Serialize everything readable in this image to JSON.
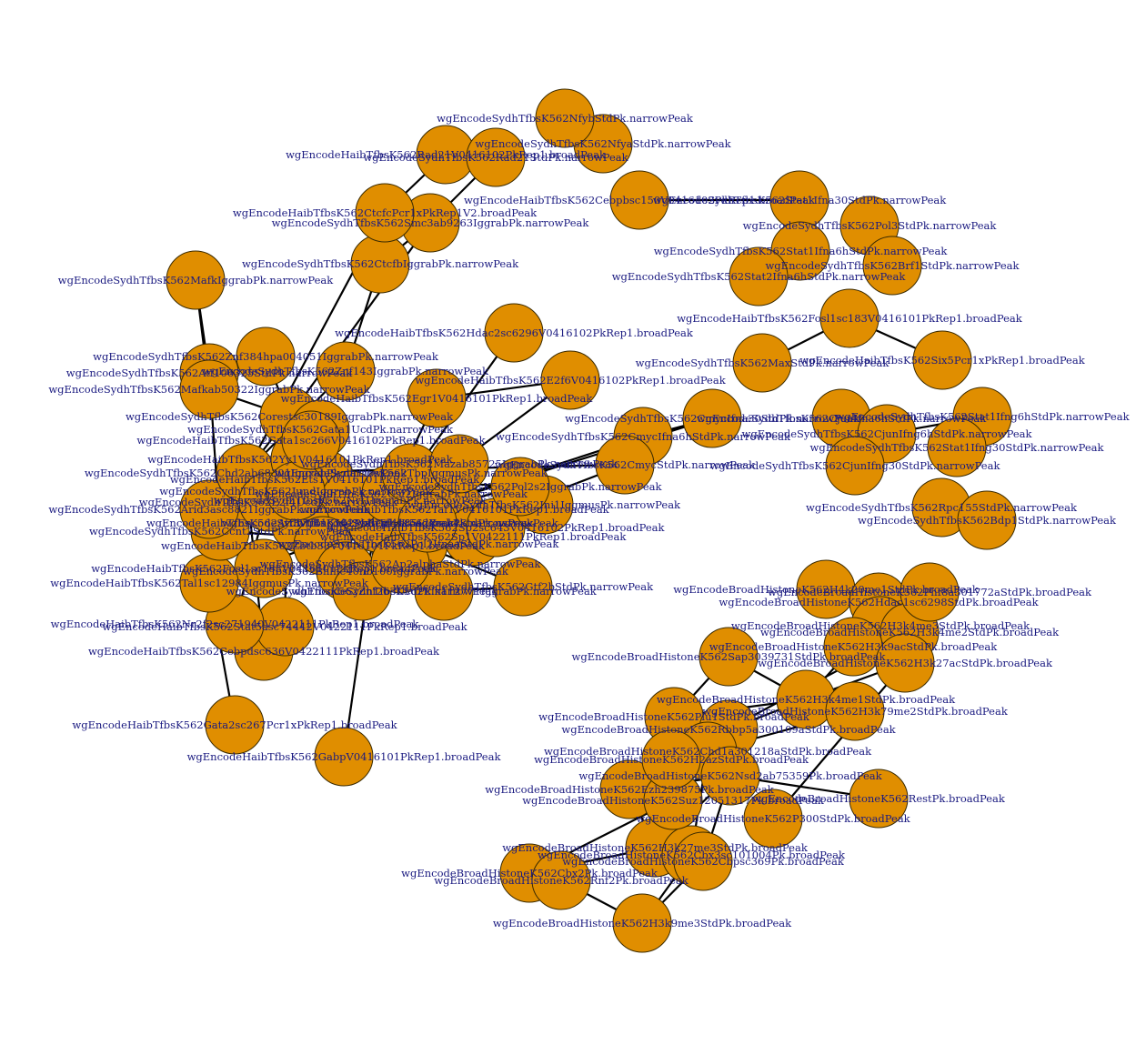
{
  "graph": {
    "node_color": "#E08E00",
    "label_color": "#1a1a80",
    "edge_color": "#000000",
    "nodes": [
      {
        "id": "MafK",
        "label": "wgEncodeSydhTfbsK562MafkIggrabPk.narrowPeak"
      },
      {
        "id": "Znf384",
        "label": "wgEncodeSydhTfbsK562Znf384hpa004051IggrabPk.narrowPeak"
      },
      {
        "id": "Atf106325",
        "label": "wgEncodeSydhTfbsK562Atf106325StdPk.narrowPeak"
      },
      {
        "id": "Znf143",
        "label": "wgEncodeSydhTfbsK562Znf143IggrabPk.narrowPeak"
      },
      {
        "id": "Mafkab50322",
        "label": "wgEncodeSydhTfbsK562Mafkab50322IggrabPk.narrowPeak"
      },
      {
        "id": "Egr1",
        "label": "wgEncodeHaibTfbsK562Egr1V0416101PkRep1.broadPeak"
      },
      {
        "id": "Corest",
        "label": "wgEncodeSydhTfbsK562Corestsc30189IggrabPk.narrowPeak"
      },
      {
        "id": "Gabp",
        "label": "wgEncodeHaibTfbsK562GabpV0416101PkRep1.broadPeak"
      },
      {
        "id": "Gata2",
        "label": "wgEncodeHaibTfbsK562Gata2sc267Pcr1xPkRep1.broadPeak"
      },
      {
        "id": "Cebpd",
        "label": "wgEncodeHaibTfbsK562Cebpdsc636V0422111PkRep1.broadPeak"
      },
      {
        "id": "Stat5a",
        "label": "wgEncodeHaibTfbsK562Stat5asc74442V0422111PkRep1.broadPeak"
      },
      {
        "id": "Nr2f2",
        "label": "wgEncodeHaibTfbsK562Nr2f2sc271940V0422111PkRep1.broadPeak"
      },
      {
        "id": "Fosl1",
        "label": "wgEncodeHaibTfbsK562Fosl1sc183V0416101PkRep1.broadPeak"
      },
      {
        "id": "Tal1",
        "label": "wgEncodeHaibTfbsK562Tal1sc12984IggmusPk.narrowPeak"
      },
      {
        "id": "Ccnt2",
        "label": "wgEncodeSydhTfbsK562Ccnt2StdPk.narrowPeak"
      },
      {
        "id": "Arid3a",
        "label": "wgEncodeSydhTfbsK562Arid3asc8821IggrabPk.narrowPeak"
      },
      {
        "id": "Chd2",
        "label": "wgEncodeSydhTfbsK562Chd2ab68301IggrabPk.narrowPeak"
      },
      {
        "id": "Mxi1",
        "label": "wgEncodeSydhTfbsK562Mxi1af4185IggrabPk.narrowPeak"
      },
      {
        "id": "Pol2",
        "label": "wgEncodeSydhTfbsK562Pol2IfnaaStdPk.narrowPeak"
      },
      {
        "id": "Elk112771",
        "label": "wgEncodeSydhTfbsK562Elk112771IggrabPk.narrowPeak"
      },
      {
        "id": "Gtf2b",
        "label": "wgEncodeSydhTfbsK562Gtf2bStdPk.narrowPeak"
      },
      {
        "id": "Ctcfb",
        "label": "wgEncodeSydhTfbsK562CtcfbIggrabPk.narrowPeak"
      },
      {
        "id": "Smc3",
        "label": "wgEncodeSydhTfbsK562Smc3ab9263IggrabPk.narrowPeak"
      },
      {
        "id": "Ctcfc",
        "label": "wgEncodeHaibTfbsK562CtcfcPcr1xPkRep1V2.broadPeak"
      },
      {
        "id": "Rad21",
        "label": "wgEncodeHaibTfbsK562Rad21V0416102PkRep1.broadPeak"
      },
      {
        "id": "Rad21s",
        "label": "wgEncodeSydhTfbsK562Rad21StdPk.narrowPeak"
      },
      {
        "id": "Hdac2",
        "label": "wgEncodeHaibTfbsK562Hdac2sc6296V0416102PkRep1.broadPeak"
      },
      {
        "id": "E2f6",
        "label": "wgEncodeHaibTfbsK562E2f6V0416102PkRep1.broadPeak"
      },
      {
        "id": "CmycIfna30",
        "label": "wgEncodeSydhTfbsK562CmycIfna30StdPk.narrowPeak"
      },
      {
        "id": "CmycIfna6h",
        "label": "wgEncodeSydhTfbsK562CmycIfna6hStdPk.narrowPeak"
      },
      {
        "id": "Cmyc",
        "label": "wgEncodeSydhTfbsK562CmycStdPk.narrowPeak"
      },
      {
        "id": "Nfya",
        "label": "wgEncodeSydhTfbsK562NfyaStdPk.narrowPeak"
      },
      {
        "id": "Nfyb",
        "label": "wgEncodeSydhTfbsK562NfybStdPk.narrowPeak"
      },
      {
        "id": "Stat1Ifna30",
        "label": "wgEncodeSydhTfbsK562Stat1Ifna30StdPk.narrowPeak"
      },
      {
        "id": "Stat1Ifna6h",
        "label": "wgEncodeSydhTfbsK562Stat1Ifna6hStdPk.narrowPeak"
      },
      {
        "id": "Stat2Ifna6h",
        "label": "wgEncodeSydhTfbsK562Stat2Ifna6hStdPk.narrowPeak"
      },
      {
        "id": "Pol3",
        "label": "wgEncodeSydhTfbsK562Pol3StdPk.narrowPeak"
      },
      {
        "id": "Brf1",
        "label": "wgEncodeSydhTfbsK562Brf1StdPk.narrowPeak"
      },
      {
        "id": "Cebpb",
        "label": "wgEncodeHaibTfbsK562Cebpbsc150V0416102PkRep1.broadPeak"
      },
      {
        "id": "Max",
        "label": "wgEncodeSydhTfbsK562MaxStdPk.narrowPeak"
      },
      {
        "id": "Fosl1sc183",
        "label": "wgEncodeHaibTfbsK562Fosl1sc183V0416101PkRep1.broadPeak"
      },
      {
        "id": "Six5",
        "label": "wgEncodeHaibTfbsK562Six5Pcr1xPkRep1.broadPeak"
      },
      {
        "id": "Cjun",
        "label": "wgEncodeSydhTfbsK562CjunIfna6hStdPk.narrowPeak"
      },
      {
        "id": "CjunIfng",
        "label": "wgEncodeSydhTfbsK562CjunIfng6hStdPk.narrowPeak"
      },
      {
        "id": "Stat1Ifng6h",
        "label": "wgEncodeSydhTfbsK562Stat1Ifng6hStdPk.narrowPeak"
      },
      {
        "id": "Stat1Ifng30",
        "label": "wgEncodeSydhTfbsK562Stat1Ifng30StdPk.narrowPeak"
      },
      {
        "id": "Rpc155",
        "label": "wgEncodeSydhTfbsK562Rpc155StdPk.narrowPeak"
      },
      {
        "id": "Bdp1",
        "label": "wgEncodeSydhTfbsK562Bdp1StdPk.narrowPeak"
      },
      {
        "id": "H4k20me1",
        "label": "wgEncodeBroadHistoneK562H4k20me1StdPk.broadPeak"
      },
      {
        "id": "Hdac1",
        "label": "wgEncodeBroadHistoneK562Hdac1sc6298StdPk.broadPeak"
      },
      {
        "id": "H3k4me3",
        "label": "wgEncodeBroadHistoneK562H3k4me3StdPk.broadPeak"
      },
      {
        "id": "H3k4me2",
        "label": "wgEncodeBroadHistoneK562H3k4me2StdPk.broadPeak"
      },
      {
        "id": "H3k9ac",
        "label": "wgEncodeBroadHistoneK562H3k9acStdPk.broadPeak"
      },
      {
        "id": "H3k27ac",
        "label": "wgEncodeBroadHistoneK562H3k27acStdPk.broadPeak"
      },
      {
        "id": "Sap30",
        "label": "wgEncodeBroadHistoneK562Sap3039731StdPk.broadPeak"
      },
      {
        "id": "H3k4me1",
        "label": "wgEncodeBroadHistoneK562H3k4me1StdPk.broadPeak"
      },
      {
        "id": "H3k79me2",
        "label": "wgEncodeBroadHistoneK562H3k79me2StdPk.broadPeak"
      },
      {
        "id": "Plu1",
        "label": "wgEncodeBroadHistoneK562Plu1StdPk.broadPeak"
      },
      {
        "id": "Rbbp5",
        "label": "wgEncodeBroadHistoneK562Rbbp5a300109aStdPk.broadPeak"
      },
      {
        "id": "Chd1",
        "label": "wgEncodeBroadHistoneK562Chd1a301218aStdPk.broadPeak"
      },
      {
        "id": "Nsd2",
        "label": "wgEncodeBroadHistoneK562Nsd2ab75359Pk.broadPeak"
      },
      {
        "id": "Rest",
        "label": "wgEncodeBroadHistoneK562RestPk.broadPeak"
      },
      {
        "id": "H3k27me3",
        "label": "wgEncodeBroadHistoneK562H3k27me3StdPk.broadPeak"
      },
      {
        "id": "Cbx3",
        "label": "wgEncodeBroadHistoneK562Cbx3sc101004Pk.broadPeak"
      },
      {
        "id": "Cbpsc369",
        "label": "wgEncodeBroadHistoneK562Cbpsc369Pk.broadPeak"
      },
      {
        "id": "Chx2",
        "label": "wgEncodeBroadHistoneK562Cbx2Pk.broadPeak"
      },
      {
        "id": "Rnf2",
        "label": "wgEncodeBroadHistoneK562Rnf2Pk.broadPeak"
      },
      {
        "id": "H3k9me3",
        "label": "wgEncodeBroadHistoneK562H3k9me3StdPk.broadPeak"
      },
      {
        "id": "Ezh2",
        "label": "wgEncodeBroadHistoneK562Ezh239875Pk.broadPeak"
      },
      {
        "id": "Suz12",
        "label": "wgEncodeBroadHistoneK562Suz12051317Pk.broadPeak"
      },
      {
        "id": "Phf8",
        "label": "wgEncodeBroadHistoneK562Phf8a301772aStdPk.broadPeak"
      },
      {
        "id": "P300",
        "label": "wgEncodeBroadHistoneK562P300StdPk.broadPeak"
      },
      {
        "id": "H2az",
        "label": "wgEncodeBroadHistoneK562H2azStdPk.broadPeak"
      },
      {
        "id": "Cjund",
        "label": "wgEncodeSydhTfbsK562CjunIfng30StdPk.narrowPeak"
      },
      {
        "id": "Gata1",
        "label": "wgEncodeSydhTfbsK562Gata1UcdPk.narrowPeak"
      },
      {
        "id": "Yy1",
        "label": "wgEncodeHaibTfbsK562Yy1V0416101PkRep1.broadPeak"
      },
      {
        "id": "Ets1",
        "label": "wgEncodeHaibTfbsK562Ets1V0416101PkRep1.broadPeak"
      },
      {
        "id": "Nrf1",
        "label": "wgEncodeSydhTfbsK562Nrf1IggrabPk.narrowPeak"
      },
      {
        "id": "Usf2",
        "label": "wgEncodeSydhTfbsK562Usf2IggrabPk.narrowPeak"
      },
      {
        "id": "Tbp",
        "label": "wgEncodeSydhTfbsK562TbpIggmusPk.narrowPeak"
      },
      {
        "id": "Taf1",
        "label": "wgEncodeHaibTfbsK562Taf1V0416101PkRep1.broadPeak"
      },
      {
        "id": "Sp1",
        "label": "wgEncodeHaibTfbsK562Sp1V0422111PkRep1.broadPeak"
      },
      {
        "id": "Sp2",
        "label": "wgEncodeHaibTfbsK562Sp2sc643V0416102PkRep1.broadPeak"
      },
      {
        "id": "Atf3",
        "label": "wgEncodeHaibTfbsK562Atf3V0416101PkRep1.broadPeak"
      },
      {
        "id": "Zbtb33",
        "label": "wgEncodeHaibTfbsK562Zbtb33V0416101PkRep1.broadPeak"
      },
      {
        "id": "Bhlhe40",
        "label": "wgEncodeSydhTfbsK562Bhlhe40nb100IggrabPk.narrowPeak"
      },
      {
        "id": "Znf263",
        "label": "wgEncodeSydhTfbsK562Znf263UcdPk.narrowPeak"
      },
      {
        "id": "Ap2",
        "label": "wgEncodeSydhTfbsK562Ap2alphaStdPk.narrowPeak"
      },
      {
        "id": "Xrcc4",
        "label": "wgEncodeSydhTfbsK562Xrcc4StdPk.narrowPeak"
      },
      {
        "id": "E2f4",
        "label": "wgEncodeSydhTfbsK562E2f4UcdPk.narrowPeak"
      },
      {
        "id": "Ini1",
        "label": "wgEncodeSydhTfbsK562Ini1IggmusPk.narrowPeak"
      },
      {
        "id": "Pol2s2",
        "label": "wgEncodeSydhTfbsK562Pol2s2IggrabPk.narrowPeak"
      },
      {
        "id": "Jund",
        "label": "wgEncodeSydhTfbsK562JundIggrabPk.narrowPeak"
      },
      {
        "id": "Mazab85725",
        "label": "wgEncodeSydhTfbsK562Mazab85725IggrabPk.narrowPeak"
      },
      {
        "id": "Gata1a",
        "label": "wgEncodeHaibTfbsK562Gata1sc266V0416102PkRep1.broadPeak"
      }
    ],
    "edges": [
      [
        "MafK",
        "Mafkab50322"
      ],
      [
        "MafK",
        "Atf106325"
      ],
      [
        "Znf384",
        "Corest"
      ],
      [
        "Znf143",
        "Chd2"
      ],
      [
        "Mafkab50322",
        "Corest"
      ],
      [
        "Atf106325",
        "Ccnt2"
      ],
      [
        "Egr1",
        "Mxi1"
      ],
      [
        "Corest",
        "Chd2"
      ],
      [
        "Arid3a",
        "Mxi1"
      ],
      [
        "Ccnt2",
        "Pol2"
      ],
      [
        "Chd2",
        "Mxi1"
      ],
      [
        "Mxi1",
        "Pol2"
      ],
      [
        "Pol2",
        "Elk112771"
      ],
      [
        "Pol2",
        "Gtf2b"
      ],
      [
        "Elk112771",
        "Gtf2b"
      ],
      [
        "Tal1",
        "Mxi1"
      ],
      [
        "Fosl1",
        "Ccnt2"
      ],
      [
        "Nr2f2",
        "Corest"
      ],
      [
        "Stat5a",
        "Corest"
      ],
      [
        "Cebpd",
        "Chd2"
      ],
      [
        "Gata2",
        "Tal1"
      ],
      [
        "Gabp",
        "Mxi1"
      ],
      [
        "Ctcfb",
        "Smc3"
      ],
      [
        "Ctcfb",
        "Ctcfc"
      ],
      [
        "Smc3",
        "Ctcfc"
      ],
      [
        "Ctcfc",
        "Rad21"
      ],
      [
        "Smc3",
        "Rad21s"
      ],
      [
        "Rad21",
        "Rad21s"
      ],
      [
        "Ctcfb",
        "Znf143"
      ],
      [
        "Smc3",
        "Corest"
      ],
      [
        "Ctcfc",
        "Chd2"
      ],
      [
        "Hdac2",
        "Mxi1"
      ],
      [
        "E2f6",
        "Mxi1"
      ],
      [
        "Egr1",
        "E2f6"
      ],
      [
        "CmycIfna30",
        "CmycIfna6h"
      ],
      [
        "CmycIfna6h",
        "Cmyc"
      ],
      [
        "Cmyc",
        "Pol2"
      ],
      [
        "CmycIfna30",
        "Mxi1"
      ],
      [
        "Cmyc",
        "Chd2"
      ],
      [
        "CmycIfna6h",
        "Mxi1"
      ],
      [
        "Nfya",
        "Nfyb"
      ],
      [
        "Stat1Ifna30",
        "Stat1Ifna6h"
      ],
      [
        "Stat1Ifna6h",
        "Stat2Ifna6h"
      ],
      [
        "Stat1Ifna30",
        "Stat2Ifna6h"
      ],
      [
        "Pol3",
        "Brf1"
      ],
      [
        "Cebpb",
        "Stat1Ifna30"
      ],
      [
        "Max",
        "Fosl1sc183"
      ],
      [
        "Fosl1sc183",
        "Six5"
      ],
      [
        "Cjun",
        "CjunIfng"
      ],
      [
        "CjunIfng",
        "Stat1Ifng6h"
      ],
      [
        "Stat1Ifng6h",
        "Stat1Ifng30"
      ],
      [
        "Rpc155",
        "Bdp1"
      ],
      [
        "H4k20me1",
        "Hdac1"
      ],
      [
        "H3k4me3",
        "H3k4me2"
      ],
      [
        "H3k4me2",
        "H3k9ac"
      ],
      [
        "H3k9ac",
        "H3k27ac"
      ],
      [
        "H3k4me3",
        "H3k9ac"
      ],
      [
        "H3k4me2",
        "H3k27ac"
      ],
      [
        "H3k4me1",
        "H3k79me2"
      ],
      [
        "Sap30",
        "H3k4me1"
      ],
      [
        "H3k4me1",
        "H3k9ac"
      ],
      [
        "H3k4me1",
        "H3k27ac"
      ],
      [
        "Plu1",
        "Rbbp5"
      ],
      [
        "Rbbp5",
        "Chd1"
      ],
      [
        "Chd1",
        "Nsd2"
      ],
      [
        "Plu1",
        "H3k4me1"
      ],
      [
        "Rbbp5",
        "H3k4me1"
      ],
      [
        "Sap30",
        "Plu1"
      ],
      [
        "Nsd2",
        "Rest"
      ],
      [
        "Chd1",
        "H3k79me2"
      ],
      [
        "H3k27me3",
        "Cbx3"
      ],
      [
        "Cbx3",
        "Cbpsc369"
      ],
      [
        "H3k27me3",
        "Chx2"
      ],
      [
        "Chx2",
        "Rnf2"
      ],
      [
        "Rnf2",
        "H3k9me3"
      ],
      [
        "Cbpsc369",
        "H3k9me3"
      ],
      [
        "Cbx3",
        "H3k9me3"
      ],
      [
        "Ezh2",
        "Suz12"
      ],
      [
        "Ezh2",
        "H3k27me3"
      ],
      [
        "Suz12",
        "Chx2"
      ],
      [
        "Nsd2",
        "H3k27me3"
      ],
      [
        "Chd1",
        "Cbx3"
      ],
      [
        "Nsd2",
        "Ezh2"
      ],
      [
        "Phf8",
        "H3k4me3"
      ],
      [
        "P300",
        "H3k27ac"
      ],
      [
        "H2az",
        "H3k4me2"
      ],
      [
        "Nsd2",
        "Cbpsc369"
      ],
      [
        "Plu1",
        "Nsd2"
      ],
      [
        "Rbbp5",
        "Nsd2"
      ],
      [
        "Chd1",
        "Ezh2"
      ],
      [
        "Cjund",
        "Cjun"
      ],
      [
        "Gata1",
        "Corest"
      ],
      [
        "Yy1",
        "Mxi1"
      ],
      [
        "Ets1",
        "Chd2"
      ],
      [
        "Nrf1",
        "Mxi1"
      ],
      [
        "Usf2",
        "Pol2"
      ],
      [
        "Tbp",
        "Pol2"
      ],
      [
        "Taf1",
        "Mxi1"
      ],
      [
        "Sp1",
        "Chd2"
      ],
      [
        "Sp2",
        "Mxi1"
      ],
      [
        "Atf3",
        "Corest"
      ],
      [
        "Zbtb33",
        "Mxi1"
      ],
      [
        "Bhlhe40",
        "Chd2"
      ],
      [
        "Znf263",
        "Mxi1"
      ],
      [
        "Ap2",
        "Pol2"
      ],
      [
        "Xrcc4",
        "Mxi1"
      ],
      [
        "E2f4",
        "Chd2"
      ],
      [
        "Ini1",
        "Pol2"
      ],
      [
        "Pol2s2",
        "Mxi1"
      ],
      [
        "Jund",
        "Corest"
      ],
      [
        "Mazab85725",
        "Mxi1"
      ],
      [
        "Gata1a",
        "Corest"
      ],
      [
        "Yy1",
        "Chd2"
      ],
      [
        "Nrf1",
        "Pol2"
      ],
      [
        "Sp1",
        "Mxi1"
      ],
      [
        "Taf1",
        "Pol2"
      ],
      [
        "Ets1",
        "Mxi1"
      ],
      [
        "Ets1",
        "Pol2"
      ],
      [
        "Atf3",
        "Mxi1"
      ],
      [
        "Tbp",
        "Mxi1"
      ],
      [
        "Usf2",
        "Chd2"
      ],
      [
        "Gata1",
        "Mxi1"
      ],
      [
        "Jund",
        "Pol2"
      ],
      [
        "Sp2",
        "Pol2"
      ],
      [
        "Zbtb33",
        "Chd2"
      ],
      [
        "Bhlhe40",
        "Mxi1"
      ],
      [
        "E2f4",
        "Mxi1"
      ],
      [
        "Ini1",
        "Mxi1"
      ],
      [
        "Pol2s2",
        "Chd2"
      ],
      [
        "Gata1a",
        "Mxi1"
      ],
      [
        "Mazab85725",
        "Pol2"
      ],
      [
        "Znf263",
        "Chd2"
      ],
      [
        "Ap2",
        "Mxi1"
      ],
      [
        "Xrcc4",
        "Chd2"
      ]
    ]
  }
}
